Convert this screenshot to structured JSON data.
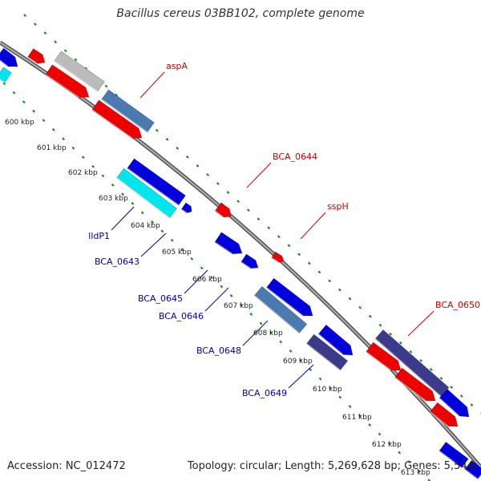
{
  "title": "Bacillus cereus 03BB102, complete genome",
  "accession": "Accession: NC_012472",
  "topology": "Topology: circular; Length: 5,269,628 bp; Genes: 5,544",
  "colors": {
    "background": "#ffffff",
    "backbone": "#888888",
    "ticks": "#1f8a1f",
    "label_reverse": "#cc0000",
    "label_forward": "#0000aa"
  },
  "scale_labels": [
    "600 kbp",
    "601 kbp",
    "602 kbp",
    "603 kbp",
    "604 kbp",
    "605 kbp",
    "606 kbp",
    "607 kbp",
    "608 kbp",
    "609 kbp",
    "610 kbp",
    "611 kbp",
    "612 kbp",
    "613 kbp"
  ],
  "gene_labels": [
    {
      "text": "aspA",
      "color": "#cc0000"
    },
    {
      "text": "BCA_0644",
      "color": "#cc0000"
    },
    {
      "text": "sspH",
      "color": "#cc0000"
    },
    {
      "text": "BCA_0650",
      "color": "#cc0000"
    },
    {
      "text": "lldP1",
      "color": "#0000aa"
    },
    {
      "text": "BCA_0643",
      "color": "#0000aa"
    },
    {
      "text": "BCA_0645",
      "color": "#0000aa"
    },
    {
      "text": "BCA_0646",
      "color": "#0000aa"
    },
    {
      "text": "BCA_0648",
      "color": "#0000aa"
    },
    {
      "text": "BCA_0649",
      "color": "#0000aa"
    }
  ],
  "feature_colors": {
    "red": "#ee0000",
    "blue": "#0000dd",
    "cyan": "#00e5ee",
    "steel": "#4a7ab0",
    "indigo": "#3c3a8a",
    "grey": "#bbbbbb"
  }
}
